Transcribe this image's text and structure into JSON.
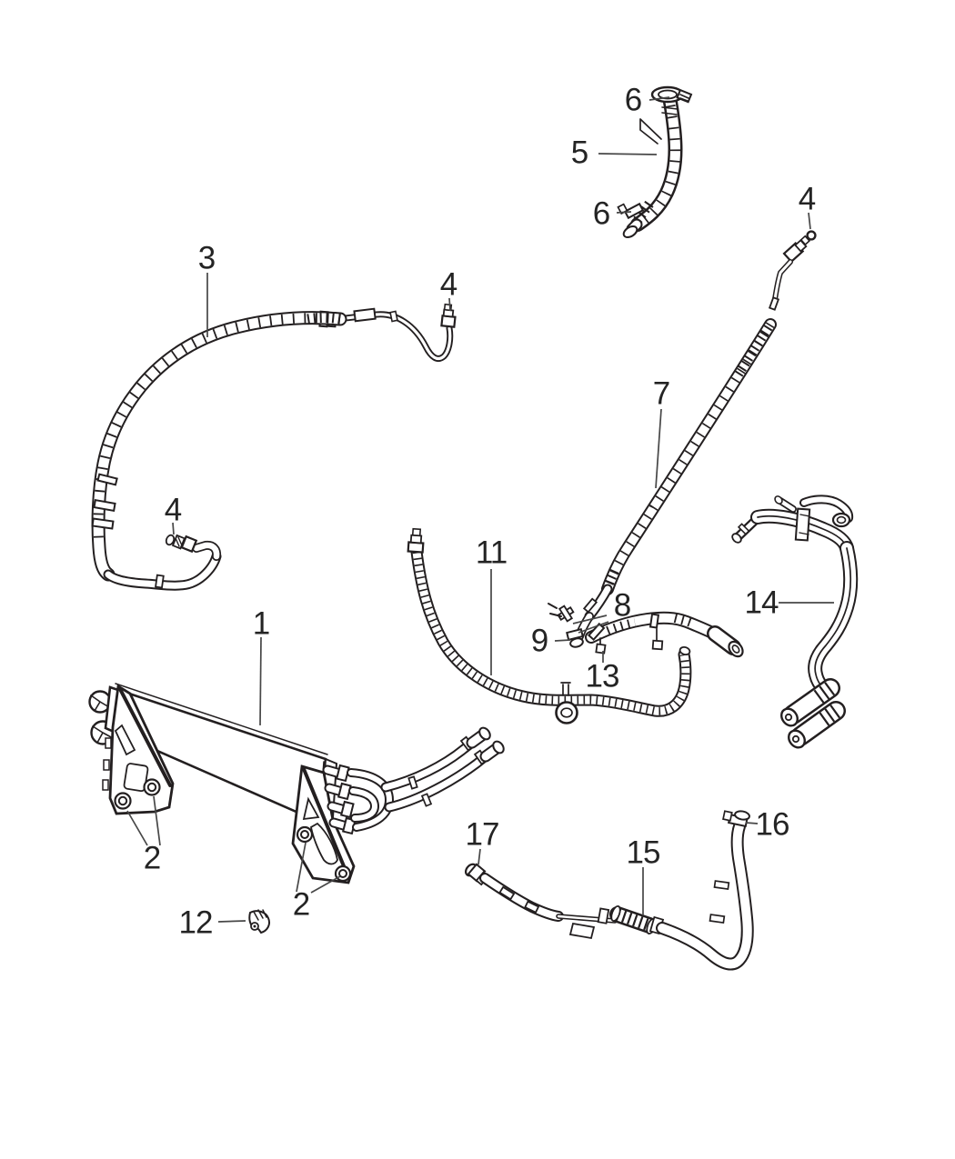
{
  "figure": {
    "type": "parts-line-diagram",
    "background": "#ffffff",
    "ink_color": "#231f20",
    "leader_color": "#474747",
    "label_color": "#242424"
  },
  "callouts": [
    {
      "id": "callout-1",
      "label": "1"
    },
    {
      "id": "callout-2a",
      "label": "2"
    },
    {
      "id": "callout-2b",
      "label": "2"
    },
    {
      "id": "callout-3",
      "label": "3"
    },
    {
      "id": "callout-4a",
      "label": "4"
    },
    {
      "id": "callout-4b",
      "label": "4"
    },
    {
      "id": "callout-4c",
      "label": "4"
    },
    {
      "id": "callout-5",
      "label": "5"
    },
    {
      "id": "callout-6a",
      "label": "6"
    },
    {
      "id": "callout-6b",
      "label": "6"
    },
    {
      "id": "callout-7",
      "label": "7"
    },
    {
      "id": "callout-8",
      "label": "8"
    },
    {
      "id": "callout-9",
      "label": "9"
    },
    {
      "id": "callout-11",
      "label": "11"
    },
    {
      "id": "callout-12",
      "label": "12"
    },
    {
      "id": "callout-13",
      "label": "13"
    },
    {
      "id": "callout-14",
      "label": "14"
    },
    {
      "id": "callout-15",
      "label": "15"
    },
    {
      "id": "callout-16",
      "label": "16"
    },
    {
      "id": "callout-17",
      "label": "17"
    }
  ]
}
